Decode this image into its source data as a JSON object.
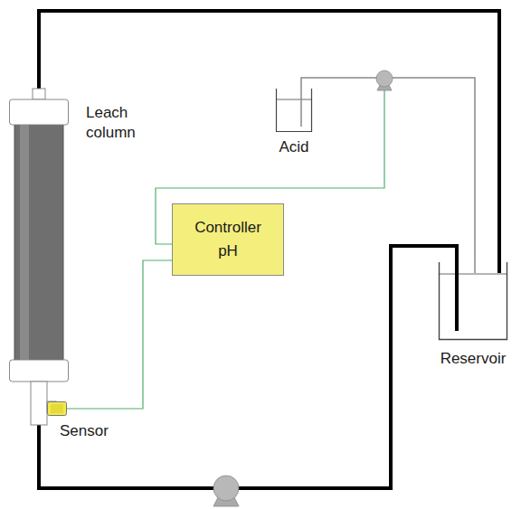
{
  "diagram": {
    "nodes": [
      {
        "text": [
          "Leach column"
        ]
      },
      {
        "text": [
          "Acid"
        ]
      },
      {
        "text": [
          "Controller pH"
        ]
      },
      {
        "text": [
          "Reservoir"
        ]
      },
      {
        "text": [
          "Sensor"
        ]
      }
    ],
    "edges": [
      {
        "from": 0,
        "to": 3,
        "arrow": "none"
      },
      {
        "from": 3,
        "to": 0,
        "arrow": "none"
      },
      {
        "from": 1,
        "to": 3,
        "arrow": "none"
      },
      {
        "from": 2,
        "to": 4,
        "arrow": "none"
      }
    ]
  }
}
